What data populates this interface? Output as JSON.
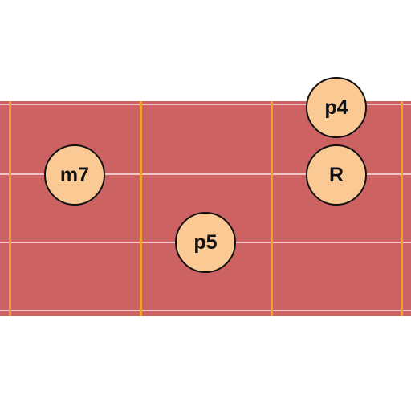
{
  "diagram": {
    "notes": [
      {
        "id": "p4",
        "label": "p4"
      },
      {
        "id": "root",
        "label": "R"
      },
      {
        "id": "m7",
        "label": "m7"
      },
      {
        "id": "p5",
        "label": "p5"
      }
    ],
    "colors": {
      "fretboard": "#cc6262",
      "string": "#f2c4c4",
      "fret": "#f0a32c",
      "note_fill": "#fbc994",
      "note_border": "#111111",
      "note_text": "#111111"
    }
  }
}
